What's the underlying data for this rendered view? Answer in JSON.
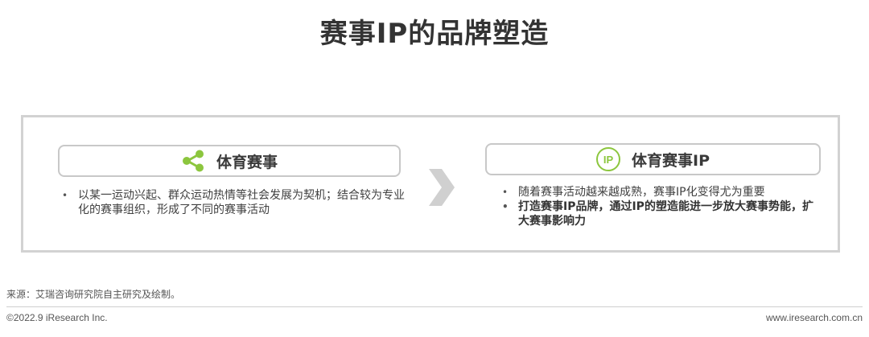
{
  "title": "赛事IP的品牌塑造",
  "left_card": {
    "label": "体育赛事",
    "icon": "share-icon",
    "bullets": [
      {
        "text": "以某一运动兴起、群众运动热情等社会发展为契机；结合较为专业化的赛事组织，形成了不同的赛事活动",
        "bold": false
      }
    ]
  },
  "arrow_icon": "chevron-right-icon",
  "right_card": {
    "label": "体育赛事IP",
    "icon": "ip-icon",
    "icon_text": "IP",
    "bullets": [
      {
        "text": "随着赛事活动越来越成熟，赛事IP化变得尤为重要",
        "bold": false
      },
      {
        "text": "打造赛事IP品牌，通过IP的塑造能进一步放大赛事势能，扩大赛事影响力",
        "bold": true
      }
    ]
  },
  "source": "来源：艾瑞咨询研究院自主研究及绘制。",
  "footer": {
    "copyright": "©2022.9 iResearch Inc.",
    "url": "www.iresearch.com.cn"
  },
  "colors": {
    "accent_green": "#8cc63e",
    "border_gray": "#d2d2d2",
    "chevron_gray": "#d0d0d0",
    "text_dark": "#333333"
  }
}
